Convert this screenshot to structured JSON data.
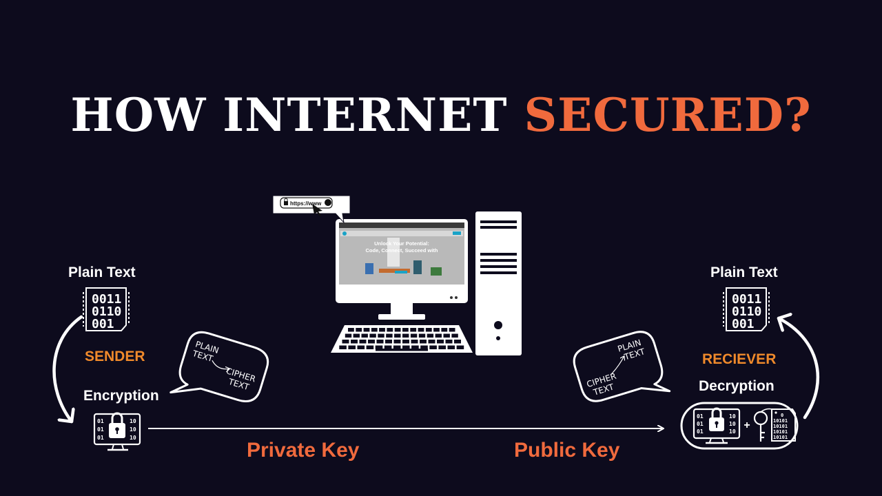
{
  "title": {
    "main": "HOW INTERNET ",
    "accent": "SECURED?"
  },
  "sender": {
    "plain_text_label": "Plain Text",
    "binary_lines": [
      "0011",
      "0110",
      "001"
    ],
    "role_label": "SENDER",
    "action_label": "Encryption"
  },
  "receiver": {
    "plain_text_label": "Plain Text",
    "binary_lines": [
      "0011",
      "0110",
      "001"
    ],
    "role_label": "RECIEVER",
    "action_label": "Decryption",
    "key_tag_lines": [
      "0",
      "10101",
      "10101",
      "10101",
      "10101"
    ]
  },
  "bubble_left": {
    "from_lines": [
      "PLAIN",
      "TEXT"
    ],
    "to_lines": [
      "CIPHER",
      "TEXT"
    ]
  },
  "bubble_right": {
    "from_lines": [
      "CIPHER",
      "TEXT"
    ],
    "to_lines": [
      "PLAIN",
      "TEXT"
    ]
  },
  "keys": {
    "private": "Private Key",
    "public": "Public Key"
  },
  "browser": {
    "url_text": "https://www",
    "hero_line1": "Unlock Your Potential:",
    "hero_line2": "Code, Connect, Succeed with"
  },
  "colors": {
    "background": "#0d0b1d",
    "accent": "#f06a3d",
    "role": "#f08a2b"
  },
  "icons": [
    "binary-document-icon",
    "encryption-monitor-icon",
    "decryption-monitor-icon",
    "key-icon",
    "speech-bubble-icon",
    "desktop-computer-icon",
    "keyboard-icon",
    "tower-case-icon",
    "lock-icon",
    "cursor-icon"
  ]
}
